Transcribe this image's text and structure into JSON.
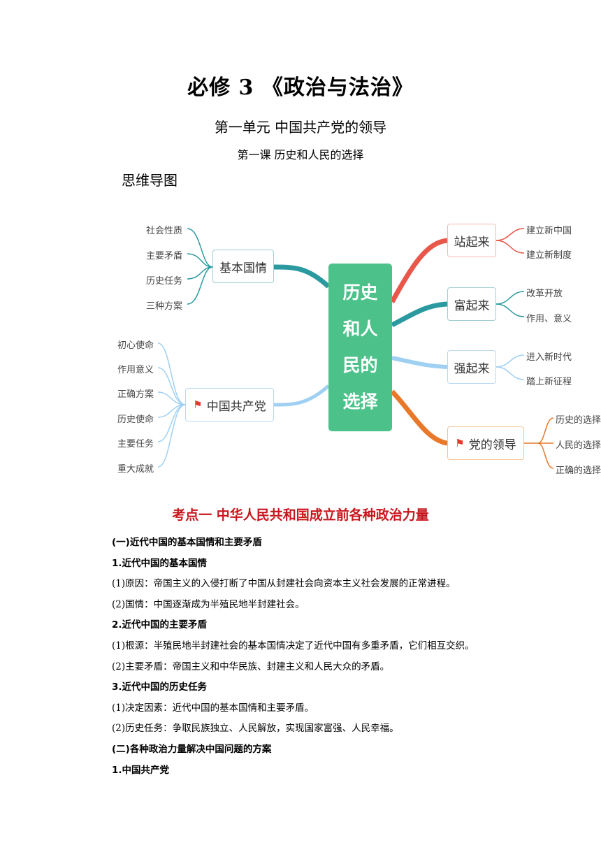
{
  "header": {
    "title": "必修 3 《政治与法治》",
    "unit": "第一单元  中国共产党的领导",
    "lesson": "第一课    历史和人民的选择",
    "mindmap_label": "思维导图"
  },
  "mindmap": {
    "center": [
      "历史",
      "和人",
      "民的",
      "选择"
    ],
    "left_nodes": [
      {
        "label": "基本国情",
        "leaves": [
          "社会性质",
          "主要矛盾",
          "历史任务",
          "三种方案"
        ]
      },
      {
        "label": "中国共产党",
        "icon": "flag-icon",
        "leaves": [
          "初心使命",
          "作用意义",
          "正确方案",
          "历史使命",
          "主要任务",
          "重大成就"
        ]
      }
    ],
    "right_nodes": [
      {
        "label": "站起来",
        "color": "#e8574a",
        "leaves": [
          "建立新中国",
          "建立新制度"
        ]
      },
      {
        "label": "富起来",
        "color": "#2b9aa0",
        "leaves": [
          "改革开放",
          "作用、意义"
        ]
      },
      {
        "label": "强起来",
        "color": "#8ec9f0",
        "leaves": [
          "进入新时代",
          "踏上新征程"
        ]
      },
      {
        "label": "党的领导",
        "color": "#e8782a",
        "icon": "flag-icon",
        "leaves": [
          "历史的选择",
          "人民的选择",
          "正确的选择"
        ]
      }
    ],
    "colors": {
      "center": "#4cc28a",
      "teal": "#2b9aa0",
      "light_blue": "#9fd0f2",
      "flag": "#e23c2c"
    }
  },
  "content": {
    "kaodian": "考点一  中华人民共和国成立前各种政治力量",
    "lines": [
      {
        "text": "(一)近代中国的基本国情和主要矛盾",
        "bold": true
      },
      {
        "text": "1.近代中国的基本国情",
        "bold": true
      },
      {
        "text": "(1)原因：帝国主义的入侵打断了中国从封建社会向资本主义社会发展的正常进程。",
        "bold": false
      },
      {
        "text": "(2)国情：中国逐渐成为半殖民地半封建社会。",
        "bold": false
      },
      {
        "text": "2.近代中国的主要矛盾",
        "bold": true
      },
      {
        "text": "(1)根源：半殖民地半封建社会的基本国情决定了近代中国有多重矛盾，它们相互交织。",
        "bold": false
      },
      {
        "text": "(2)主要矛盾：帝国主义和中华民族、封建主义和人民大众的矛盾。",
        "bold": false
      },
      {
        "text": "3.近代中国的历史任务",
        "bold": true
      },
      {
        "text": "(1)决定因素：近代中国的基本国情和主要矛盾。",
        "bold": false
      },
      {
        "text": "(2)历史任务：争取民族独立、人民解放，实现国家富强、人民幸福。",
        "bold": false
      },
      {
        "text": "(二)各种政治力量解决中国问题的方案",
        "bold": true
      },
      {
        "text": "1.中国共产党",
        "bold": true
      }
    ]
  }
}
